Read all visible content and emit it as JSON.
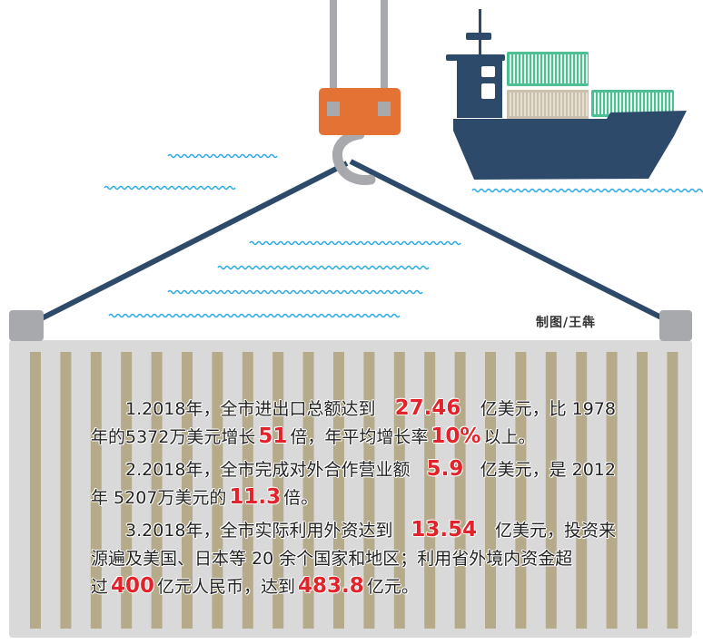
{
  "credit": "制图/王犇",
  "colors": {
    "highlight": "#e3232b",
    "hook_block": "#e57235",
    "ship": "#2d4a6b",
    "wave": "#29abe2",
    "container": "#d9d9d9",
    "stripe": "#b5ab8a",
    "green_container": "#4dbf95"
  },
  "paragraphs": [
    {
      "lines": [
        [
          {
            "t": "1.2018年，全市进出口总额达到"
          },
          {
            "t": "27.46",
            "hl": true
          },
          {
            "t": "亿美元，比 1978"
          }
        ],
        [
          {
            "t": "年的5372万美元增长"
          },
          {
            "t": "51",
            "hl": true
          },
          {
            "t": "倍，年平均增长率"
          },
          {
            "t": "10%",
            "hl": true
          },
          {
            "t": "以上。"
          }
        ]
      ]
    },
    {
      "lines": [
        [
          {
            "t": "2.2018年，全市完成对外合作营业额"
          },
          {
            "t": "5.9",
            "hl": true
          },
          {
            "t": "亿美元，是 2012"
          }
        ],
        [
          {
            "t": "年 5207万美元的"
          },
          {
            "t": "11.3",
            "hl": true
          },
          {
            "t": "倍。"
          }
        ]
      ]
    },
    {
      "lines": [
        [
          {
            "t": "3.2018年，全市实际利用外资达到"
          },
          {
            "t": "13.54",
            "hl": true
          },
          {
            "t": "亿美元，投资来"
          }
        ],
        [
          {
            "t": "源遍及美国、日本等 20 余个国家和地区；利用省外境内资金超"
          }
        ],
        [
          {
            "t": "过"
          },
          {
            "t": "400",
            "hl": true
          },
          {
            "t": "亿元人民币，达到"
          },
          {
            "t": "483.8",
            "hl": true
          },
          {
            "t": "亿元。"
          }
        ]
      ]
    }
  ]
}
